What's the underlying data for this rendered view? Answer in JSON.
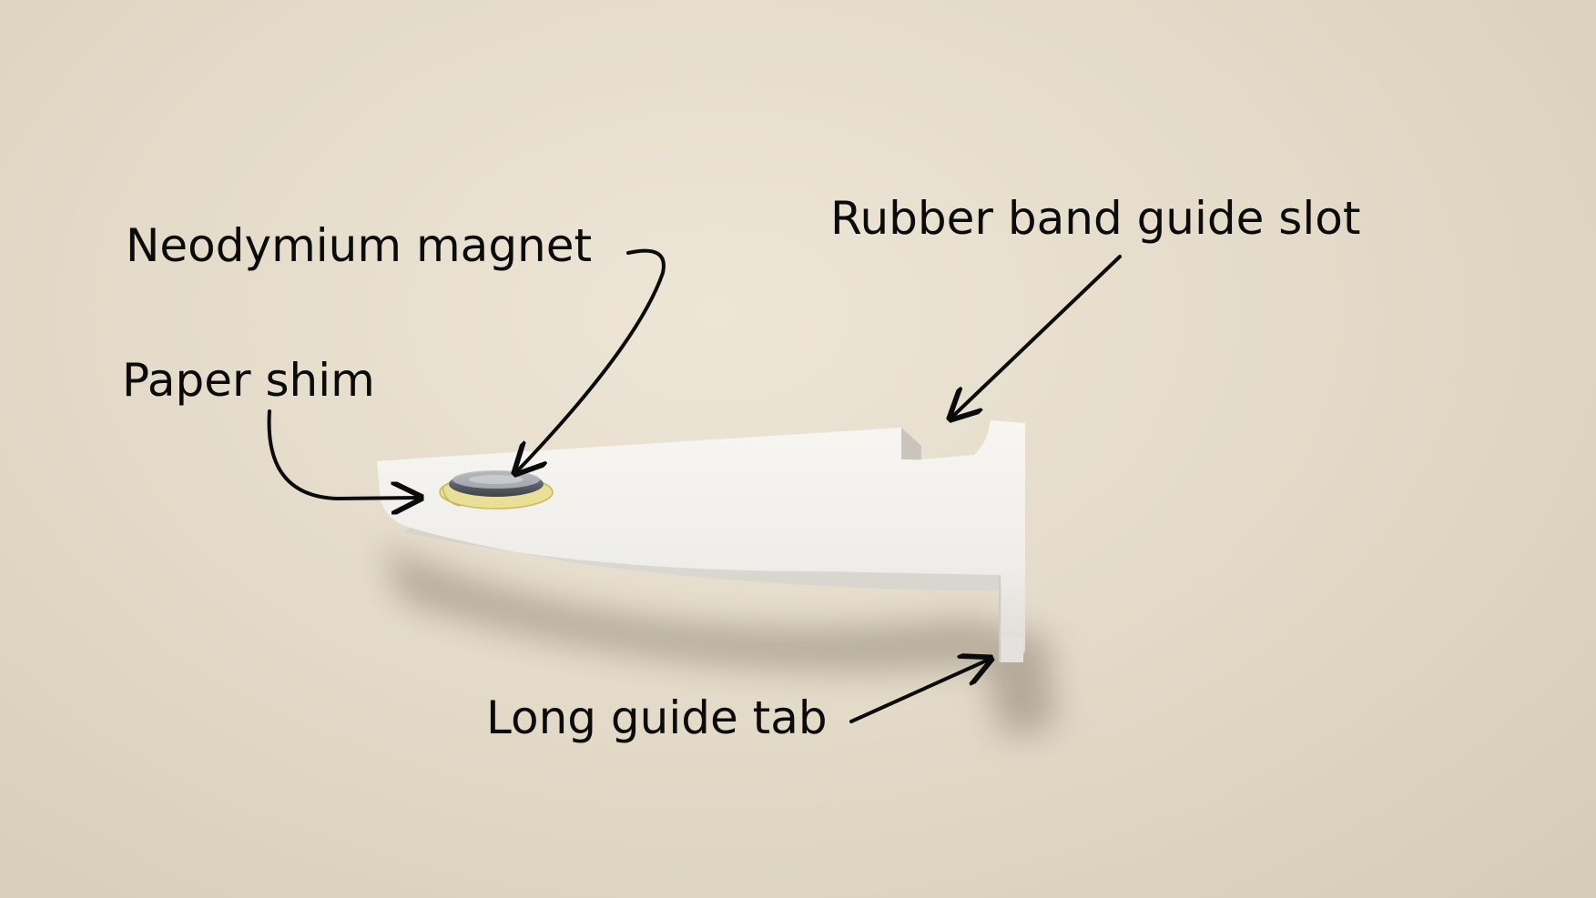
{
  "annotations": {
    "magnet": "Neodymium magnet",
    "shim": "Paper shim",
    "slot": "Rubber band guide slot",
    "tab": "Long guide tab"
  },
  "colors": {
    "background_paper": "#e4dbca",
    "part_white": "#f3f2ef",
    "shadow": "#8c8373",
    "magnet_steel": "#6f737b",
    "shim_yellow": "#eadf98",
    "annotation_ink": "#0b0b0b"
  }
}
